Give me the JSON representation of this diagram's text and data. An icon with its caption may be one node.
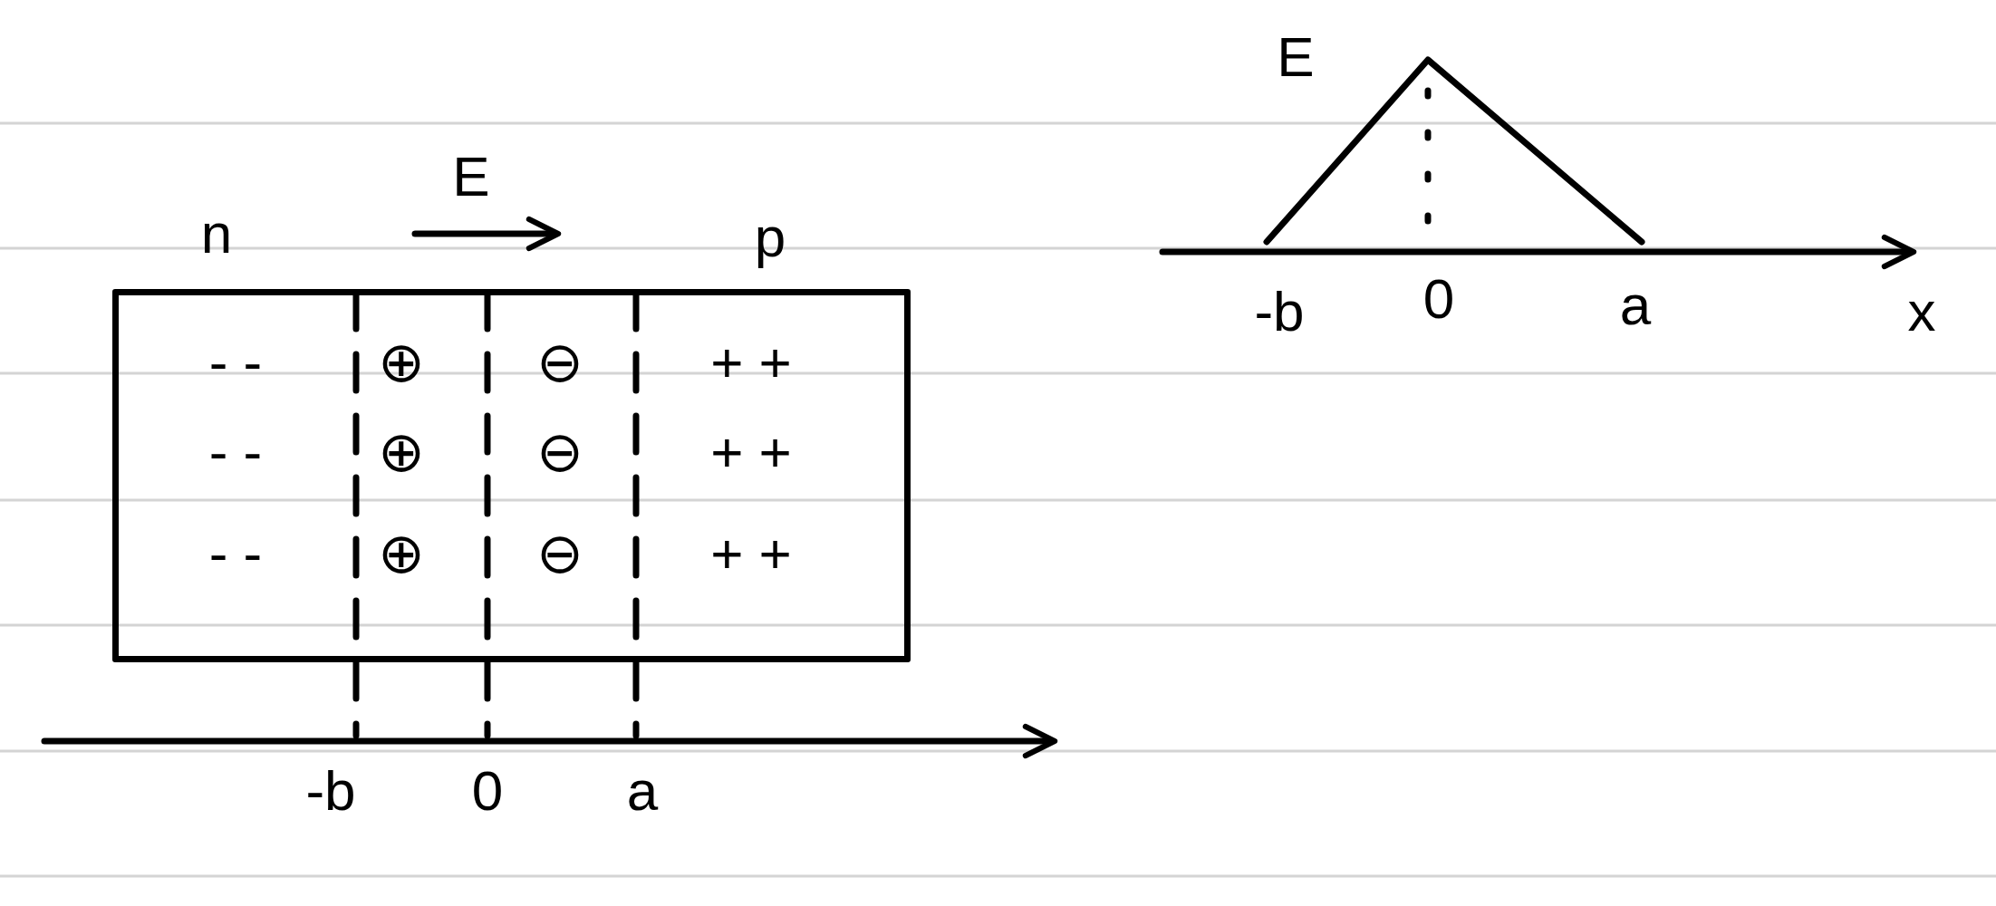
{
  "diagram": {
    "nodes": [
      {
        "text": [
          "n",
          "p",
          "- -",
          "⊕",
          "⊖",
          "+ +",
          "- -",
          "⊕",
          "⊖",
          "+ +",
          "- -",
          "⊕",
          "⊖",
          "+ +"
        ]
      }
    ],
    "labels": [
      "E",
      "-b",
      "0",
      "a",
      "E",
      "-b",
      "0",
      "a",
      "x"
    ]
  }
}
